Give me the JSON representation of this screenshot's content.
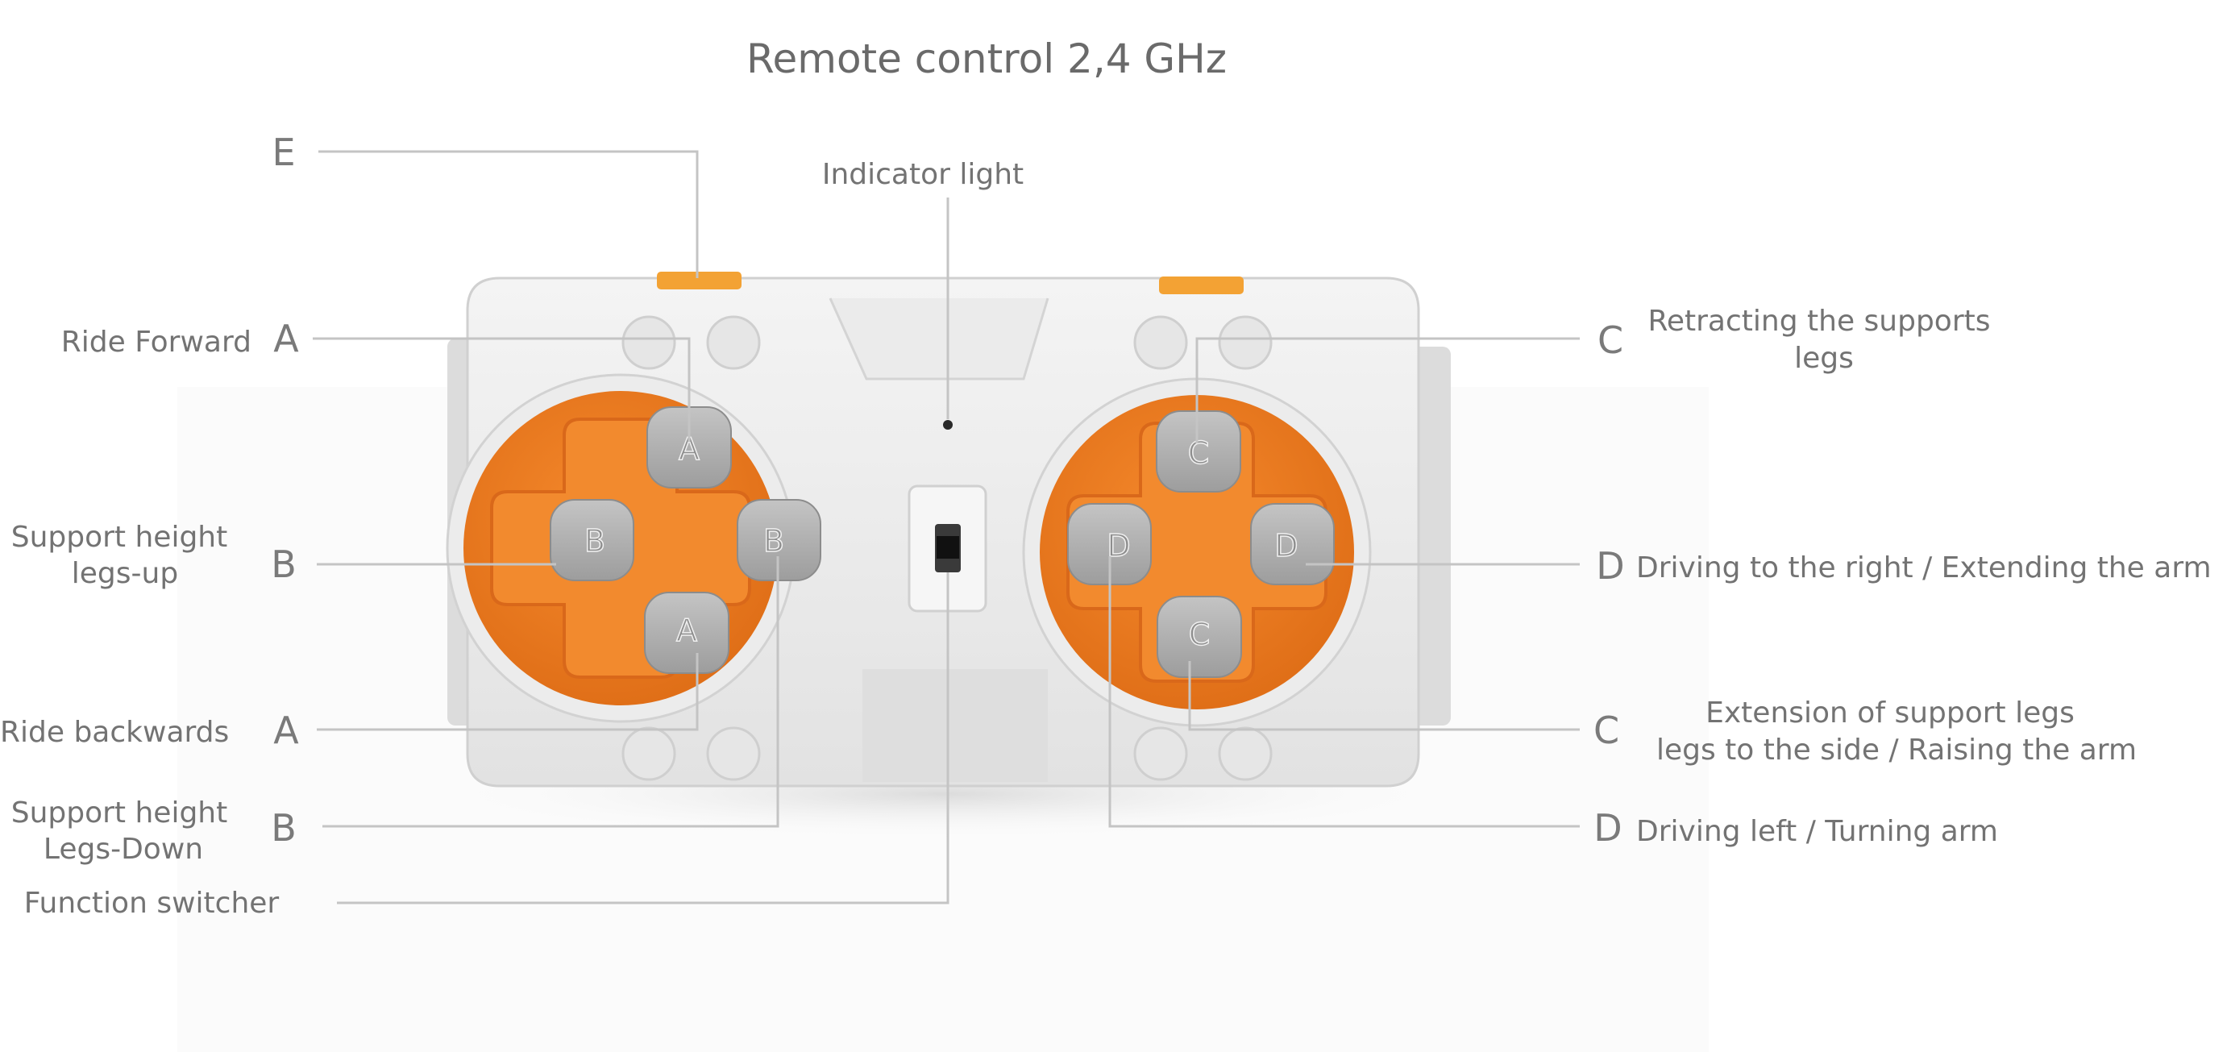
{
  "title": "Remote control 2,4 GHz",
  "indicator": "Indicator light",
  "left_labels": {
    "ride_forward": "Ride Forward",
    "support_up_1": "Support height",
    "support_up_2": "legs-up",
    "ride_backwards": "Ride backwards",
    "support_down_1": "Support height",
    "support_down_2": "Legs-Down",
    "function_switcher": "Function switcher"
  },
  "right_labels": {
    "retracting_1": "Retracting the supports",
    "retracting_2": "legs",
    "driving_right": "Driving to the right / Extending the arm",
    "extension_1": "Extension of support legs",
    "extension_2": "legs to the side / Raising the arm",
    "driving_left": "Driving left / Turning arm"
  },
  "letters": {
    "e": "E",
    "a1": "A",
    "b1": "B",
    "a2": "A",
    "b2": "B",
    "c1": "C",
    "d1": "D",
    "c2": "C",
    "d2": "D"
  },
  "buttons": {
    "left_top": "A",
    "left_left": "B",
    "left_right": "B",
    "left_bottom": "A",
    "right_top": "C",
    "right_left": "D",
    "right_right": "D",
    "right_bottom": "C"
  },
  "colors": {
    "body": "#e9e9e9",
    "orange": "#ee7d22",
    "button_grey": "#b3b3b3",
    "leader": "#c4c4c4",
    "text": "#737373"
  }
}
